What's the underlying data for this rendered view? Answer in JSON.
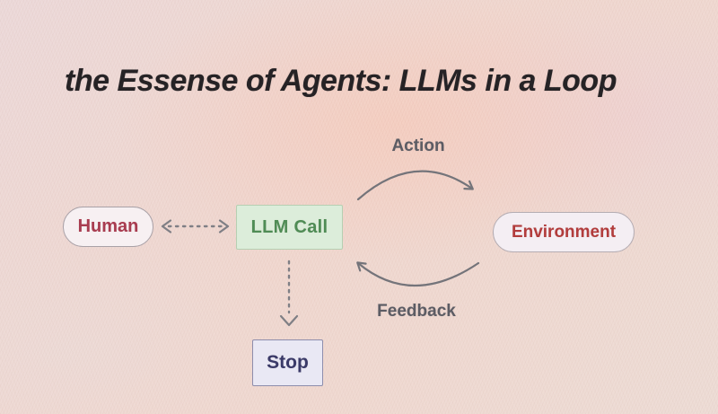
{
  "title": "the Essense of Agents: LLMs in a Loop",
  "diagram": {
    "nodes": {
      "human": {
        "label": "Human",
        "shape": "pill",
        "text_color": "#a93c50",
        "fill": "#f7f0f2"
      },
      "llm_call": {
        "label": "LLM Call",
        "shape": "rectangle",
        "text_color": "#4f8c55",
        "fill": "#dcedda"
      },
      "environment": {
        "label": "Environment",
        "shape": "pill",
        "text_color": "#b23c3c",
        "fill": "#f4eef3"
      },
      "stop": {
        "label": "Stop",
        "shape": "rectangle",
        "text_color": "#3a3a68",
        "fill": "#e9e8f4"
      }
    },
    "edges": {
      "action": {
        "label": "Action",
        "from": "LLM Call",
        "to": "Environment",
        "style": "solid-curved-arrow"
      },
      "feedback": {
        "label": "Feedback",
        "from": "Environment",
        "to": "LLM Call",
        "style": "solid-curved-arrow"
      },
      "human_llm": {
        "label": "",
        "from": "Human",
        "to": "LLM Call",
        "style": "dashed-double-headed-arrow"
      },
      "llm_stop": {
        "label": "",
        "from": "LLM Call",
        "to": "Stop",
        "style": "dashed-arrow"
      }
    },
    "edge_label_color": "#5c5c64",
    "connector_color": "#74747a"
  },
  "background_colors": {
    "base": "#eedad5",
    "salmon_glow": "#f6c9ba"
  }
}
